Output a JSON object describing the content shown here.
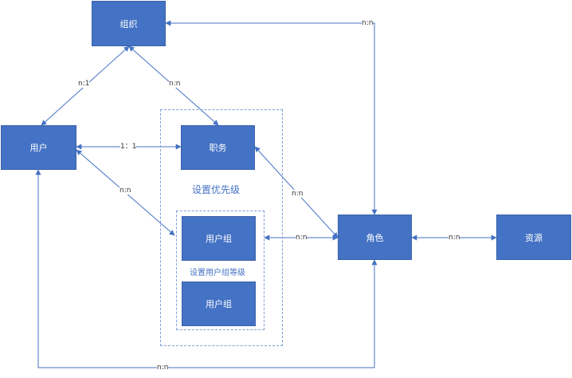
{
  "nodes": {
    "org": "组织",
    "user": "用户",
    "job": "职务",
    "usergroup_top": "用户组",
    "usergroup_bottom": "用户组",
    "role": "角色",
    "resource": "资源"
  },
  "groups": {
    "outer_caption": "设置优先级",
    "inner_caption": "设置用户组等级"
  },
  "edge_labels": {
    "user_org": "n:1",
    "org_job": "n:n",
    "user_job": "1：1",
    "user_usergroup": "n:n",
    "job_role": "n:n",
    "usergroup_role": "n:n",
    "role_resource": "n:n",
    "org_role": "n:n",
    "user_role": "n:n"
  },
  "colors": {
    "node_fill": "#4472C4",
    "edge": "#4472C4",
    "dashed_border": "#7f9fd4"
  }
}
